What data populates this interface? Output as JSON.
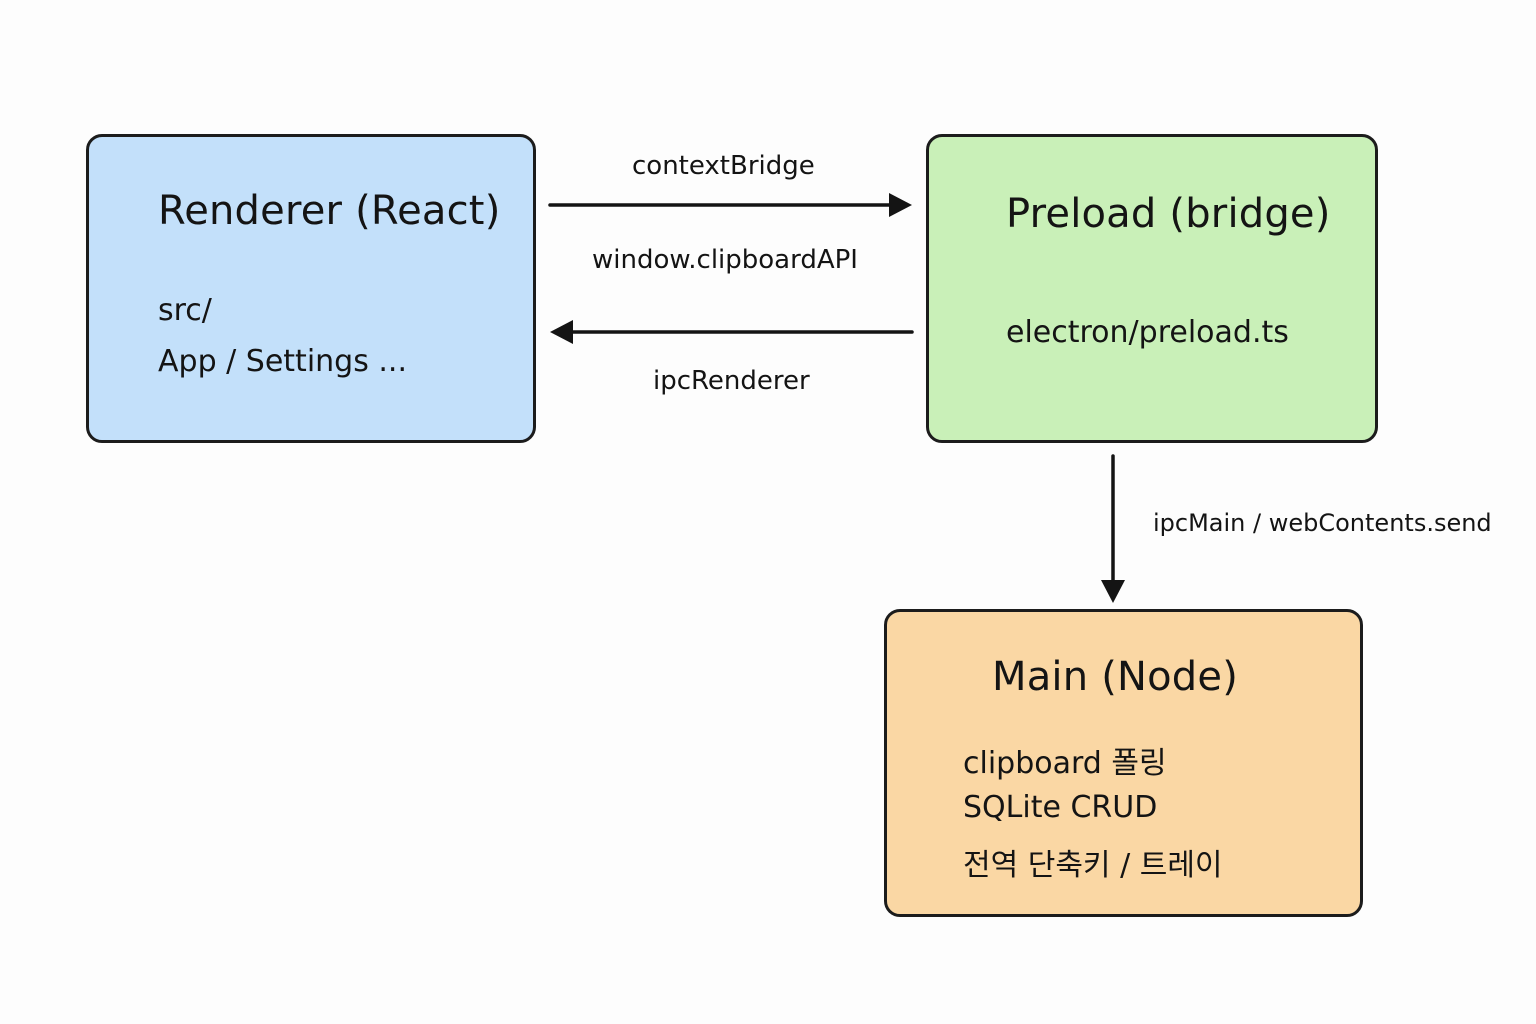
{
  "colors": {
    "renderer": "#c3e0fa",
    "preload": "#c9f0b8",
    "main": "#fad7a4",
    "border": "#1c1c1c",
    "arrow": "#141414"
  },
  "nodes": {
    "renderer": {
      "title": "Renderer (React)",
      "lines": [
        "src/",
        "App / Settings ..."
      ]
    },
    "preload": {
      "title": "Preload (bridge)",
      "lines": [
        "electron/preload.ts"
      ]
    },
    "main": {
      "title": "Main (Node)",
      "lines": [
        "clipboard 폴링",
        "SQLite CRUD",
        "전역 단축키 / 트레이"
      ]
    }
  },
  "edges": {
    "renderer_to_preload": {
      "label_top": "contextBridge",
      "label_bottom": "window.clipboardAPI"
    },
    "preload_to_renderer": {
      "label": "ipcRenderer"
    },
    "preload_to_main": {
      "label": "ipcMain / webContents.send"
    }
  }
}
